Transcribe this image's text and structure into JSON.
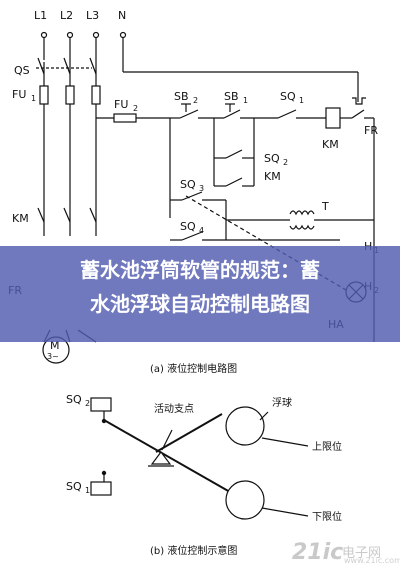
{
  "banner": {
    "line1": "蓄水池浮筒软管的规范：蓄",
    "line2": "水池浮球自动控制电路图"
  },
  "circuit": {
    "phase_labels": [
      "L1",
      "L2",
      "L3"
    ],
    "neutral_label": "N",
    "qs": "QS",
    "fu1": "FU",
    "fu1_sub": "1",
    "fu2": "FU",
    "fu2_sub": "2",
    "sb2": "SB",
    "sb2_sub": "2",
    "sb1": "SB",
    "sb1_sub": "1",
    "sq1": "SQ",
    "sq1_sub": "1",
    "sq2": "SQ",
    "sq2_sub": "2",
    "sq3": "SQ",
    "sq3_sub": "3",
    "sq4": "SQ",
    "sq4_sub": "4",
    "km_contactor": "KM",
    "km_coil": "KM",
    "km_aux": "KM",
    "fr_contact": "FR",
    "fr_relay": "FR",
    "transformer": "T",
    "h1": "H",
    "h1_sub": "1",
    "h2": "H",
    "h2_sub": "2",
    "ha": "HA",
    "motor_m": "M",
    "motor_phase": "3~",
    "caption": "(a) 液位控制电路图"
  },
  "schematic": {
    "sq2": "SQ",
    "sq2_sub": "2",
    "sq1": "SQ",
    "sq1_sub": "1",
    "pivot": "活动支点",
    "float": "浮球",
    "upper": "上限位",
    "lower": "下限位",
    "caption": "(b) 液位控制示意图"
  },
  "watermark": {
    "brand": "21ic",
    "cn": "电子网",
    "url": "www.21ic.com"
  }
}
